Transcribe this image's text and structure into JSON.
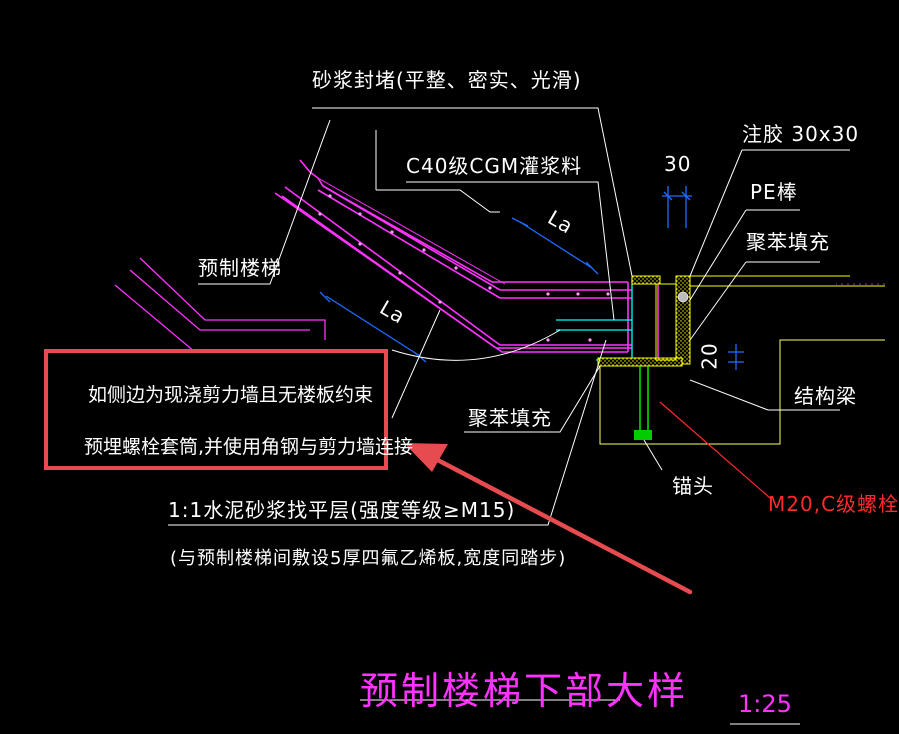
{
  "labels": {
    "mortar_seal": "砂浆封堵(平整、密实、光滑)",
    "glue": "注胶 30x30",
    "grout": "C40级CGM灌浆料",
    "dim_30": "30",
    "pe_rod": "PE棒",
    "foam_fill_right": "聚苯填充",
    "precast_stair": "预制楼梯",
    "la_upper": "La",
    "la_lower": "La",
    "dim_20": "20",
    "structural_beam": "结构梁",
    "foam_fill_bottom": "聚苯填充",
    "anchor_head": "锚头",
    "bolt": "M20,C级螺栓",
    "mortar_layer": "1:1水泥砂浆找平层(强度等级≥M15)",
    "ptfe_note": "(与预制楼梯间敷设5厚四氟乙烯板,宽度同踏步)"
  },
  "highlight_note": {
    "line1": "如侧边为现浇剪力墙且无楼板约束",
    "line2": "预埋螺栓套筒,并使用角钢与剪力墙连接"
  },
  "title": {
    "main": "预制楼梯下部大样",
    "scale": "1:25"
  },
  "colors": {
    "background": "#000000",
    "text": "#ffffff",
    "stair": "#ff33ff",
    "dimension": "#1f6bff",
    "grout": "#00ffff",
    "foam": "#ffff00",
    "red": "#ff2a2a",
    "highlight": "#e64b50",
    "anchor": "#00ff00"
  }
}
